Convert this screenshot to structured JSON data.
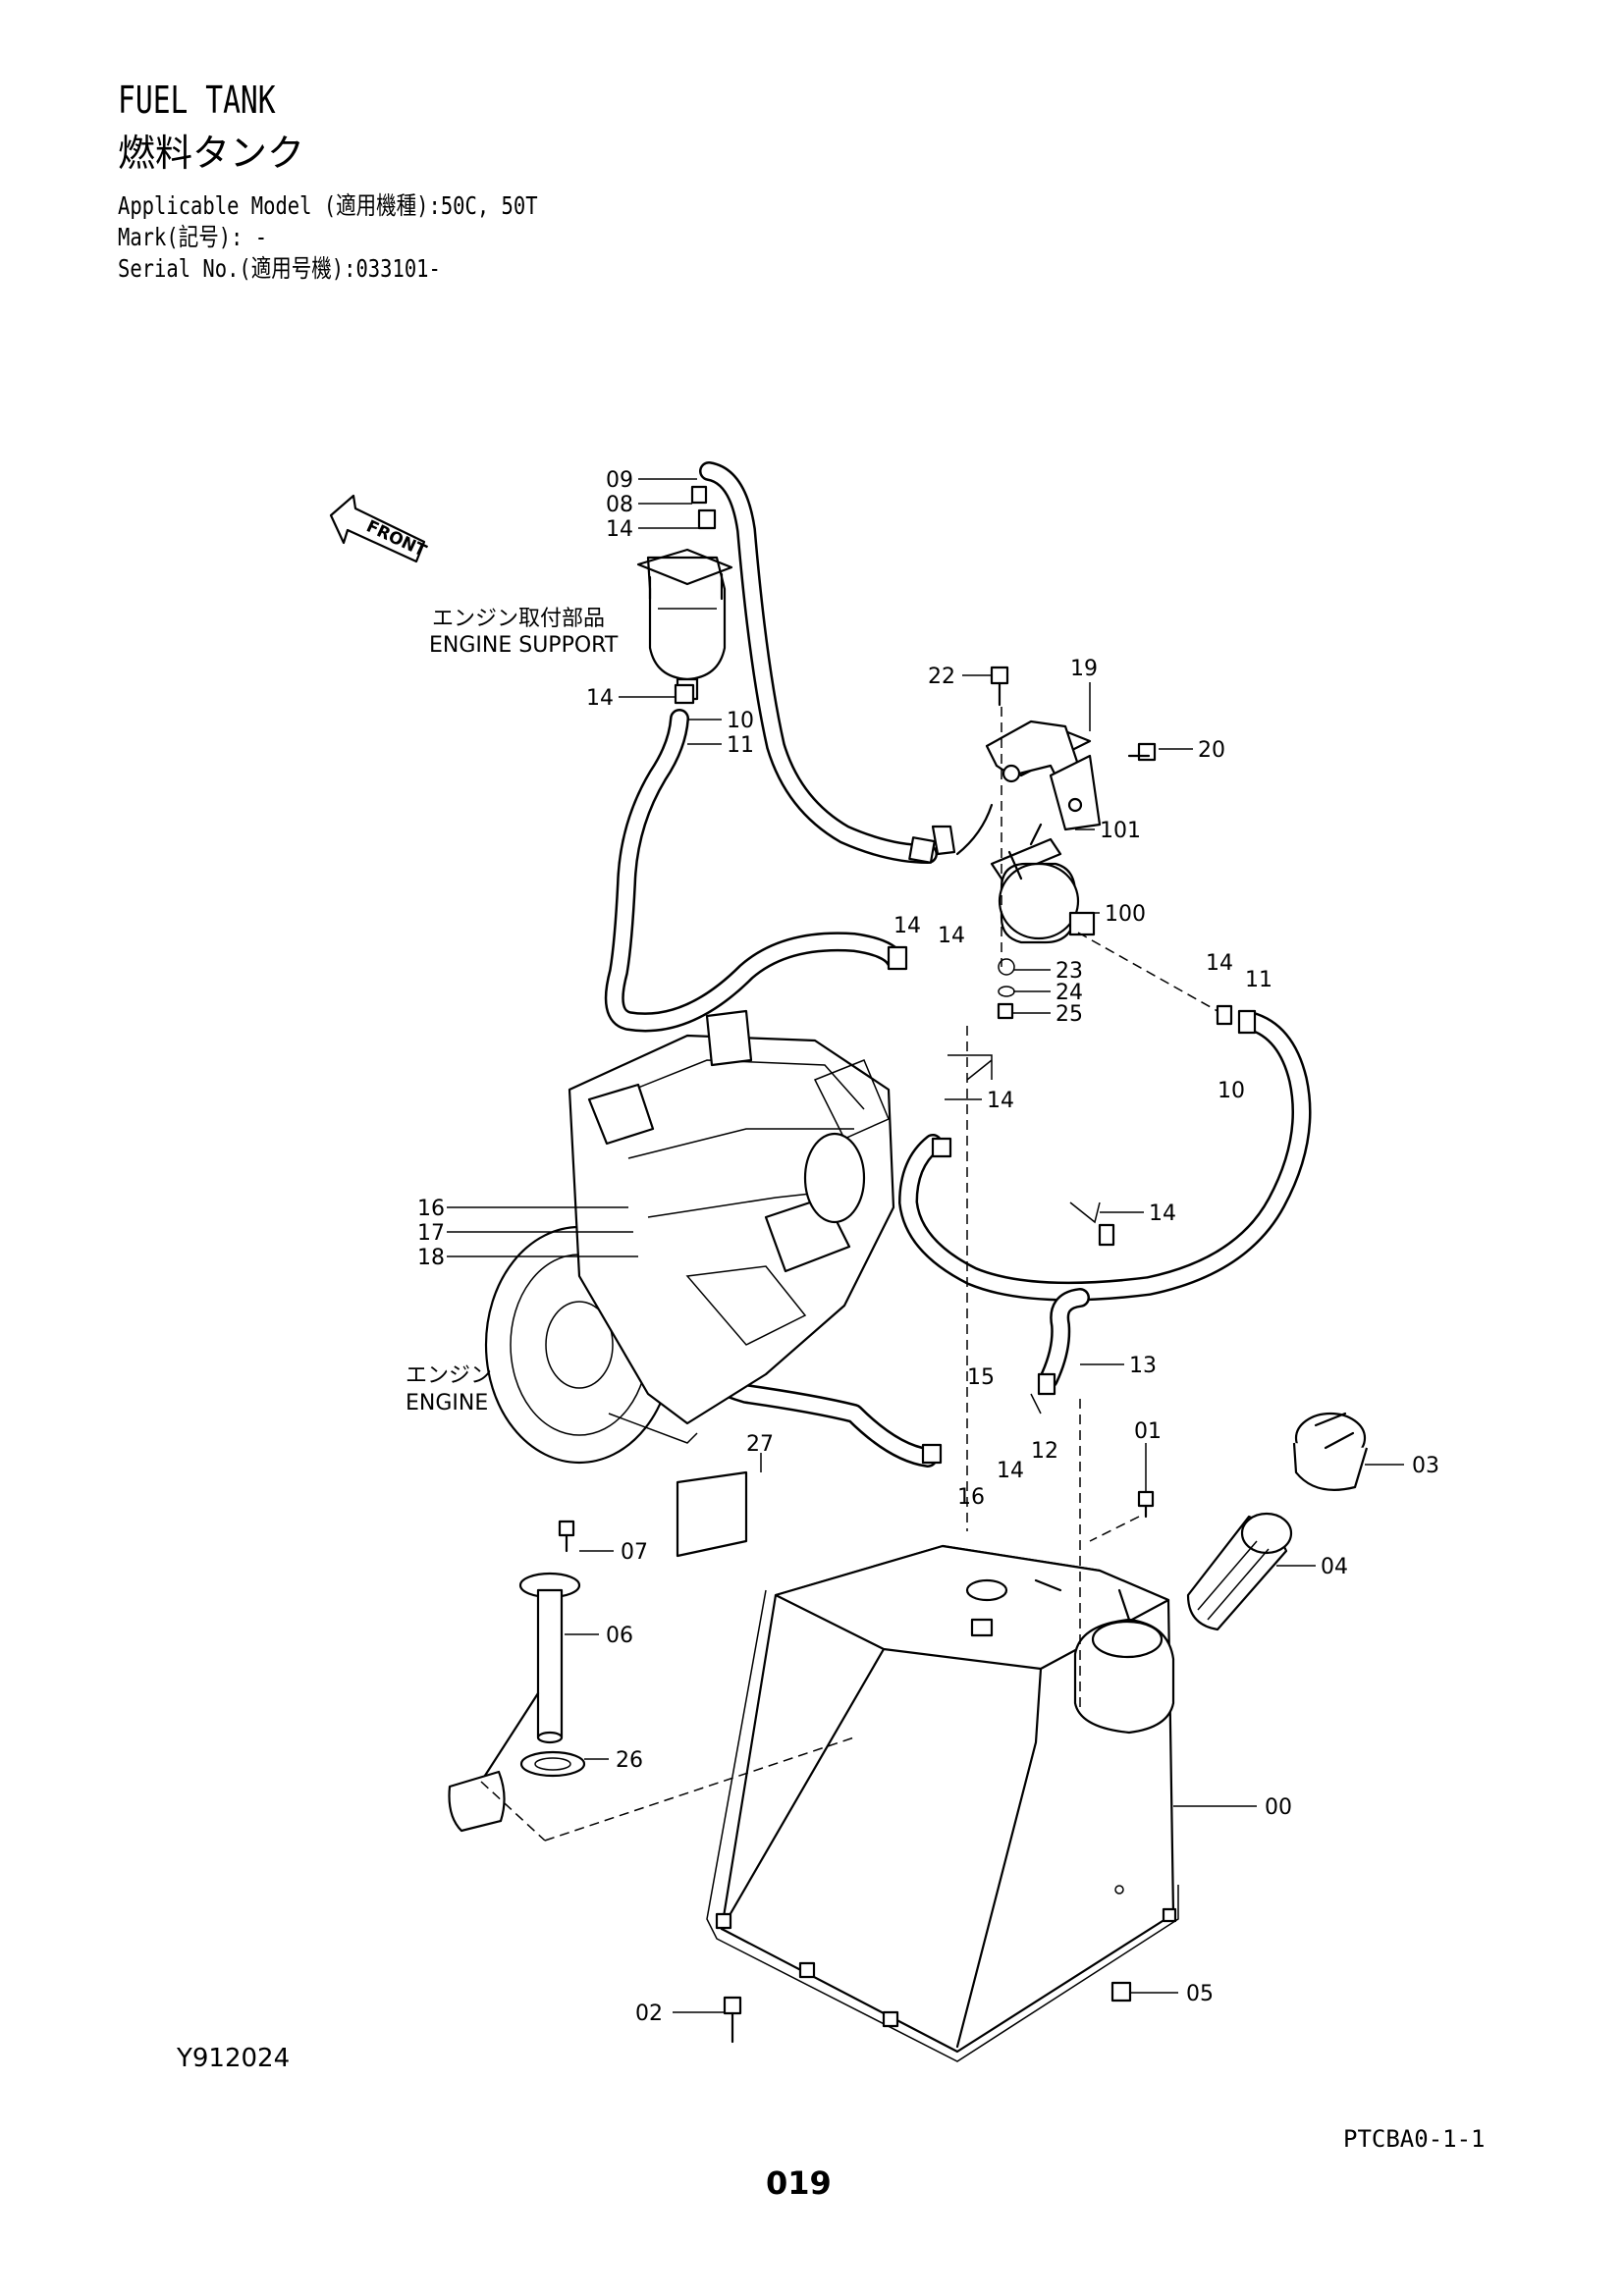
{
  "header": {
    "title_en": "FUEL TANK",
    "title_jp": "燃料タンク",
    "model_line": "Applicable Model (適用機種):50C, 50T",
    "mark_line": "Mark(記号): -",
    "serial_line": "Serial No.(適用号機):033101-"
  },
  "diagram": {
    "front_label": "FRONT",
    "engine_support_jp": "エンジン取付部品",
    "engine_support_en": "ENGINE SUPPORT",
    "engine_jp": "エンジン",
    "engine_en": "ENGINE",
    "callouts": [
      "09",
      "08",
      "14",
      "14",
      "10",
      "11",
      "22",
      "19",
      "20",
      "101",
      "14",
      "14",
      "100",
      "23",
      "24",
      "25",
      "14",
      "11",
      "10",
      "14",
      "14",
      "16",
      "17",
      "18",
      "13",
      "15",
      "14",
      "12",
      "16",
      "01",
      "27",
      "03",
      "07",
      "04",
      "06",
      "26",
      "00",
      "02",
      "05"
    ]
  },
  "footer": {
    "drawing_no": "Y912024",
    "sheet_code": "PTCBA0-1-1",
    "page_no": "019"
  }
}
